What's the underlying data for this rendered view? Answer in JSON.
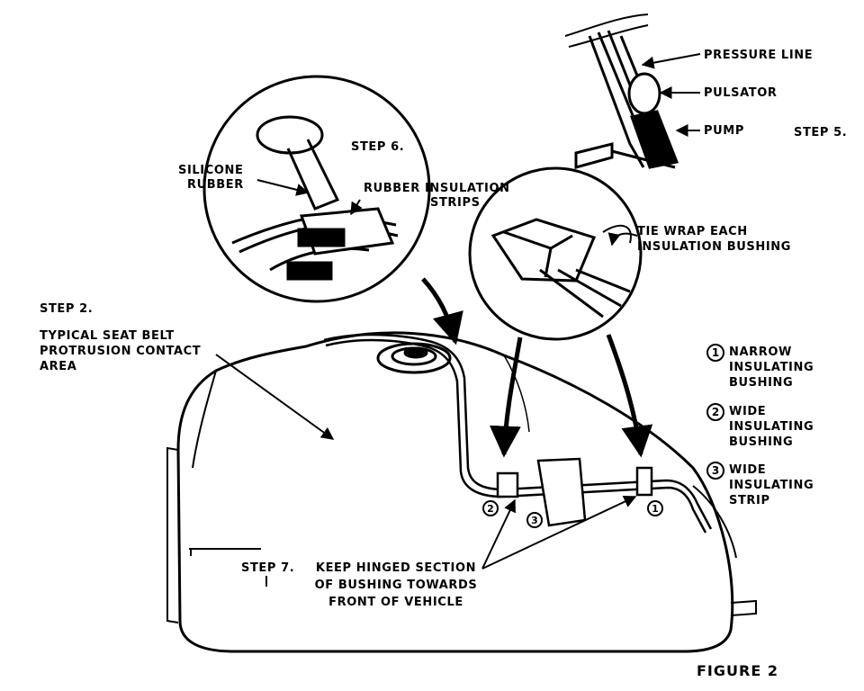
{
  "figure_title": "FIGURE 2",
  "steps": {
    "step2": {
      "title": "STEP 2.",
      "lines": [
        "TYPICAL SEAT BELT",
        "PROTRUSION CONTACT",
        "AREA"
      ]
    },
    "step5": {
      "title": "STEP 5."
    },
    "step6": {
      "title": "STEP 6."
    },
    "step7": {
      "title": "STEP 7.",
      "lines": [
        "KEEP HINGED SECTION",
        "OF BUSHING TOWARDS",
        "FRONT OF VEHICLE"
      ]
    }
  },
  "pump_labels": {
    "pressure_line": "PRESSURE LINE",
    "pulsator": "PULSATOR",
    "pump": "PUMP"
  },
  "inset_left": {
    "silicone": [
      "SILICONE",
      "RUBBER"
    ],
    "rubber_strips": [
      "RUBBER INSULATION",
      "STRIPS"
    ]
  },
  "inset_right": {
    "tie_wrap": [
      "TIE WRAP EACH",
      "INSULATION BUSHING"
    ]
  },
  "legend": [
    {
      "num": "1",
      "lines": [
        "NARROW",
        "INSULATING",
        "BUSHING"
      ]
    },
    {
      "num": "2",
      "lines": [
        "WIDE",
        "INSULATING",
        "BUSHING"
      ]
    },
    {
      "num": "3",
      "lines": [
        "WIDE",
        "INSULATING",
        "STRIP"
      ]
    }
  ],
  "callouts": {
    "left_2": "2",
    "left_3": "3",
    "right_1": "1"
  }
}
